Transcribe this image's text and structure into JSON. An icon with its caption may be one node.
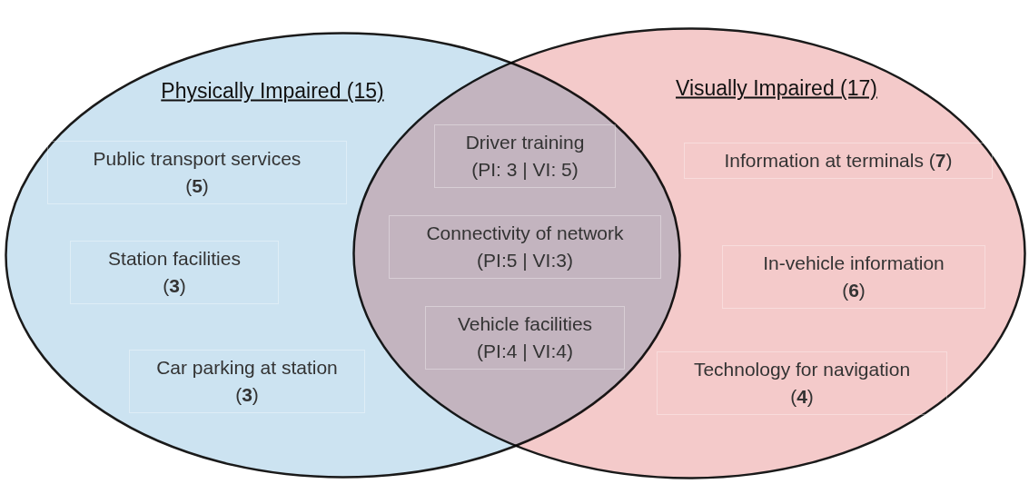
{
  "diagram": {
    "nodes": [
      {
        "text": [
          "Physically Impaired (15)"
        ]
      },
      {
        "text": [
          "Visually Impaired (17)"
        ]
      },
      {
        "text": [
          "Public transport services",
          "(**5**)"
        ],
        "in": 0
      },
      {
        "text": [
          "Station facilities",
          "(**3**)"
        ],
        "in": 0
      },
      {
        "text": [
          "Car parking at station",
          "(**3**)"
        ],
        "in": 0
      },
      {
        "text": [
          "Driver training",
          "(PI: 3 | VI: 5)"
        ]
      },
      {
        "text": [
          "Connectivity of network",
          "(PI:5 | VI:3)"
        ]
      },
      {
        "text": [
          "Vehicle facilities",
          "(PI:4 | VI:4)"
        ]
      },
      {
        "text": [
          "Information at terminals (**7**)"
        ],
        "in": 1
      },
      {
        "text": [
          "In-vehicle information",
          "(**6**)"
        ],
        "in": 1
      },
      {
        "text": [
          "Technology for navigation",
          "(**4**)"
        ],
        "in": 1
      }
    ],
    "edges": []
  }
}
